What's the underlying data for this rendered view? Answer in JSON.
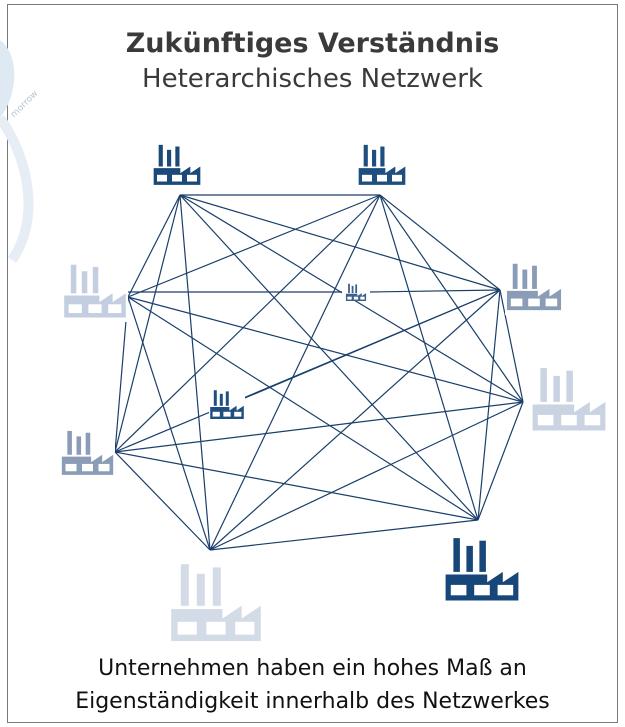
{
  "title": "Zukünftiges Verständnis",
  "subtitle": "Heterarchisches Netzwerk",
  "caption_line1": "Unternehmen haben ein hohes Maß an",
  "caption_line2": "Eigenständigkeit innerhalb des Netzwerkes",
  "watermark_text": "morrow",
  "icon": "factory-icon",
  "colors": {
    "dark": "#1b4a78",
    "medium": "#8b9cb6",
    "light": "#c9d3e2",
    "line": "#1a3f6a"
  }
}
